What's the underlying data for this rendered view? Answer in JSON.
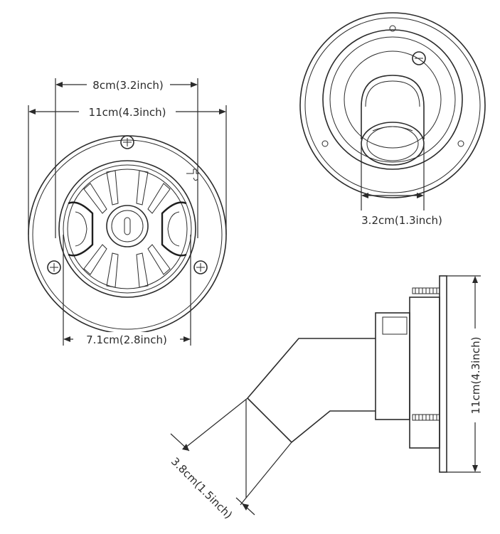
{
  "labels": {
    "front_inner_width": "8cm(3.2inch)",
    "front_outer_width": "11cm(4.3inch)",
    "front_bottom_width": "7.1cm(2.8inch)",
    "rear_pipe_diameter": "3.2cm(1.3inch)",
    "side_height": "11cm(4.3inch)",
    "side_pipe_diameter": "3.8cm(1.5inch)"
  }
}
